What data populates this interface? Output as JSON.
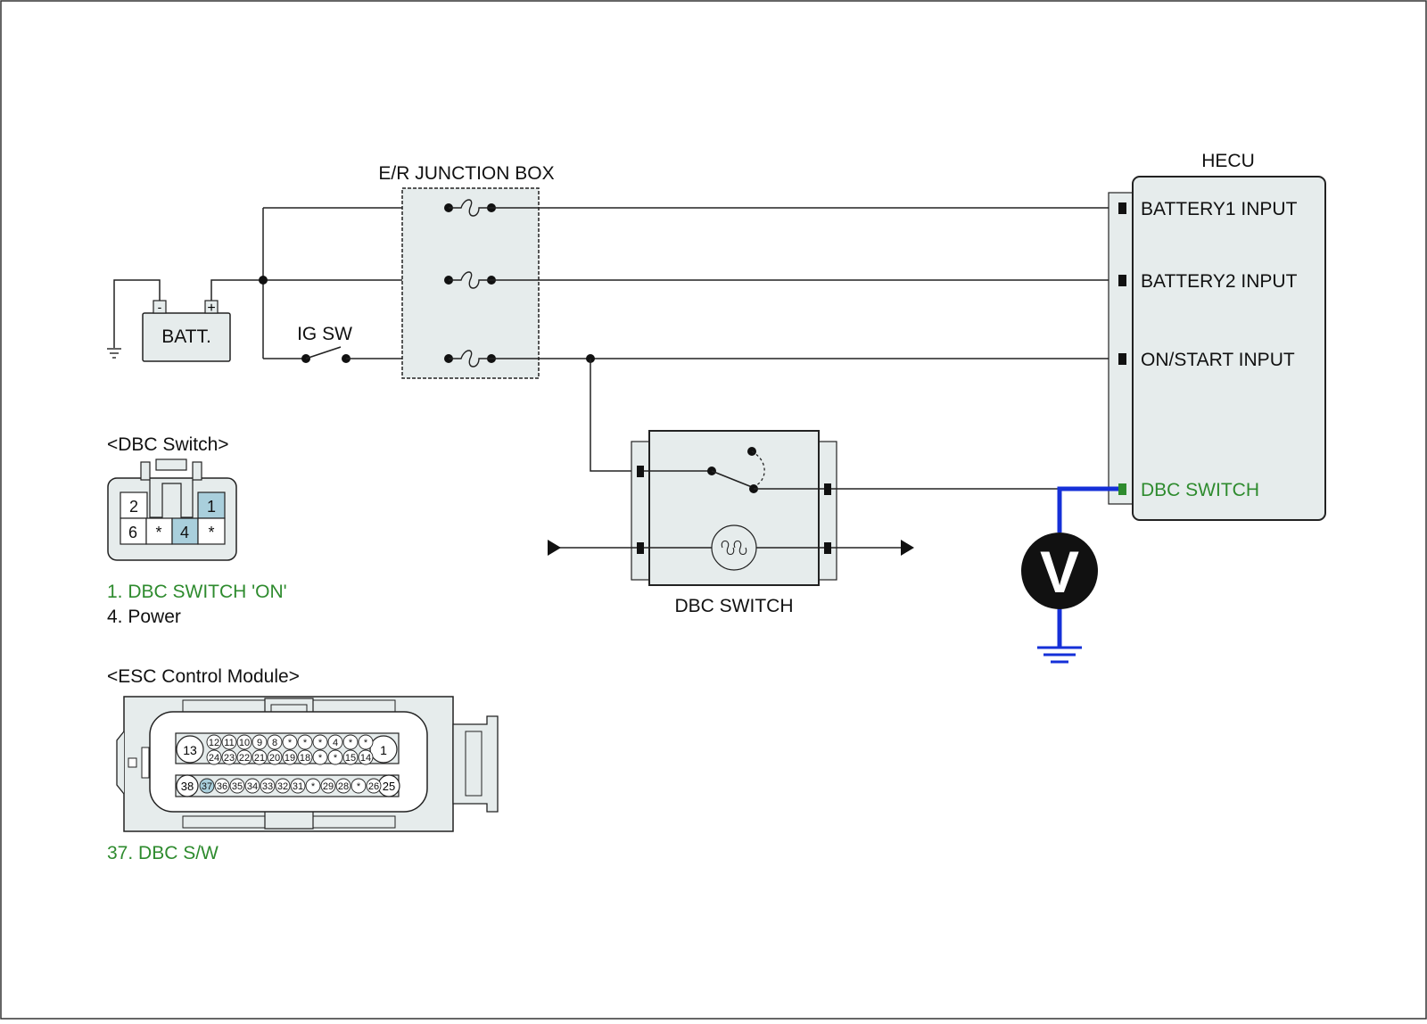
{
  "labels": {
    "junction_box": "E/R JUNCTION BOX",
    "hecu": "HECU",
    "batt": "BATT.",
    "batt_minus": "-",
    "batt_plus": "+",
    "ig_sw": "IG SW",
    "dbc_switch_component": "DBC SWITCH",
    "voltmeter": "V"
  },
  "hecu_pins": [
    {
      "label": "BATTERY1 INPUT"
    },
    {
      "label": "BATTERY2 INPUT"
    },
    {
      "label": "ON/START INPUT"
    },
    {
      "label": "DBC SWITCH"
    }
  ],
  "dbc_connector": {
    "title": "<DBC Switch>",
    "pins": [
      "2",
      "1",
      "6",
      "*",
      "4",
      "*"
    ],
    "notes": [
      "1. DBC SWITCH 'ON'",
      "4. Power"
    ]
  },
  "esc_connector": {
    "title": "<ESC Control Module>",
    "row1": [
      "12",
      "11",
      "10",
      "9",
      "8",
      "*",
      "*",
      "*",
      "4",
      "*",
      "*"
    ],
    "row2": [
      "24",
      "23",
      "22",
      "21",
      "20",
      "19",
      "18",
      "*",
      "*",
      "15",
      "14"
    ],
    "row3": [
      "37",
      "36",
      "35",
      "34",
      "33",
      "32",
      "31",
      "*",
      "29",
      "28",
      "*",
      "26"
    ],
    "big_pins": [
      "13",
      "1",
      "38",
      "25"
    ],
    "note": "37. DBC S/W"
  },
  "colors": {
    "panel": "#e6ecec",
    "highlight_pin": "#a9cfdc",
    "measure_wire": "#1530d8",
    "green_text": "#2e8b2e"
  }
}
